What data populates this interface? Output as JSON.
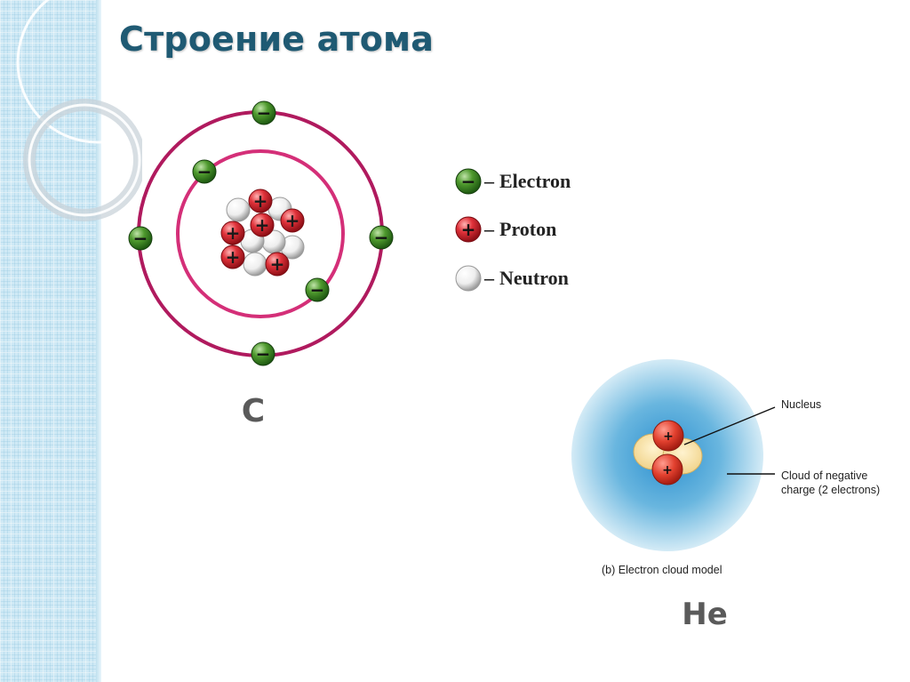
{
  "slide": {
    "title": "Строение атома"
  },
  "legend": {
    "electron": "Electron",
    "proton": "Proton",
    "neutron": "Neutron",
    "dash": "–"
  },
  "carbon": {
    "symbol": "C"
  },
  "helium": {
    "symbol": "He",
    "nucleus_label": "Nucleus",
    "cloud_label_line1": "Cloud of negative",
    "cloud_label_line2": "charge (2 electrons)",
    "caption": "(b) Electron cloud model"
  },
  "glyphs": {
    "plus": "+",
    "minus": "−"
  },
  "colors": {
    "orbit": "#b01a5e",
    "electron": "#2e7d1e",
    "proton": "#d81f2a",
    "neutron": "#f2f2f2",
    "cloud": "#5fb2dd",
    "title": "#1f5a73"
  }
}
